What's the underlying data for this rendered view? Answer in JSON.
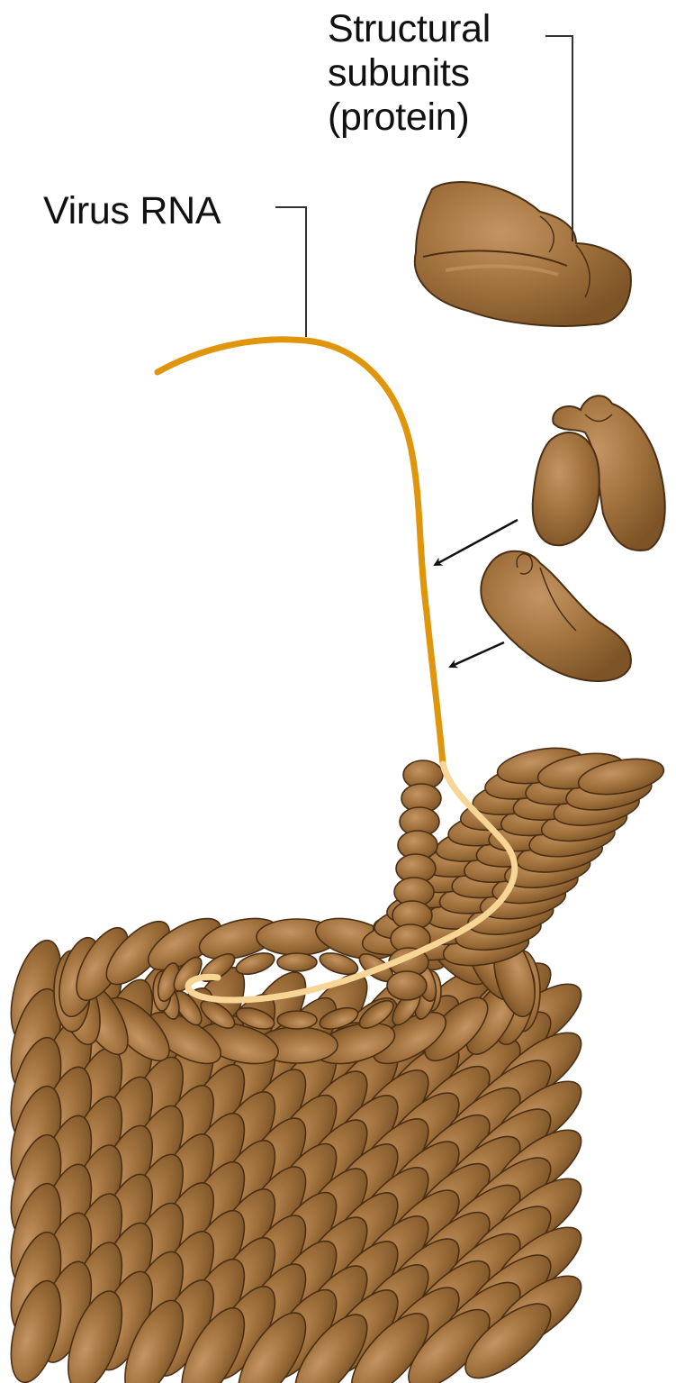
{
  "labels": {
    "structural_subunits": [
      "Structural",
      "subunits",
      "(protein)"
    ],
    "virus_rna": "Virus RNA"
  },
  "colors": {
    "protein_fill": "#a0713c",
    "protein_stroke": "#4b2f14",
    "protein_highlight": "#c79a62",
    "rna_free": "#e0960c",
    "rna_embedded": "#f6d596",
    "leader_line": "#333333",
    "arrow": "#111111",
    "text": "#111111"
  }
}
